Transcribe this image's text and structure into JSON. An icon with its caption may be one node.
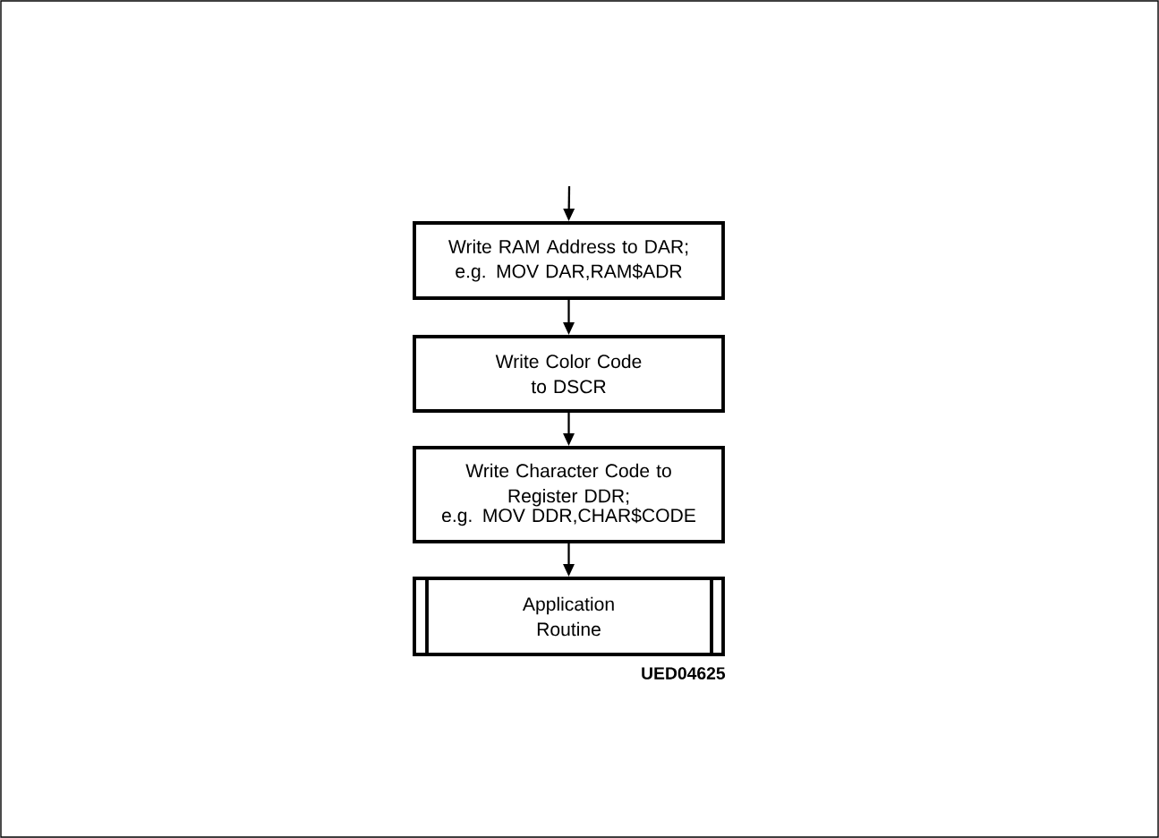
{
  "diagram": {
    "nodes": [
      {
        "text": [
          "Write RAM Address to DAR;",
          "e.g. MOV DAR,RAM$ADR"
        ]
      },
      {
        "text": [
          "Write Color Code to DSCR"
        ]
      },
      {
        "text": [
          "Write Character Code to Register DDR;",
          "e.g. MOV DDR,CHAR$CODE"
        ]
      },
      {
        "text": [
          "Application Routine"
        ]
      }
    ],
    "edges": [
      {
        "from": null,
        "to": 0,
        "arrow": "to"
      },
      {
        "from": 0,
        "to": 1,
        "arrow": "to"
      },
      {
        "from": 1,
        "to": 2,
        "arrow": "to"
      },
      {
        "from": 2,
        "to": 3,
        "arrow": "to"
      }
    ],
    "labels": [
      "UED04625"
    ]
  }
}
